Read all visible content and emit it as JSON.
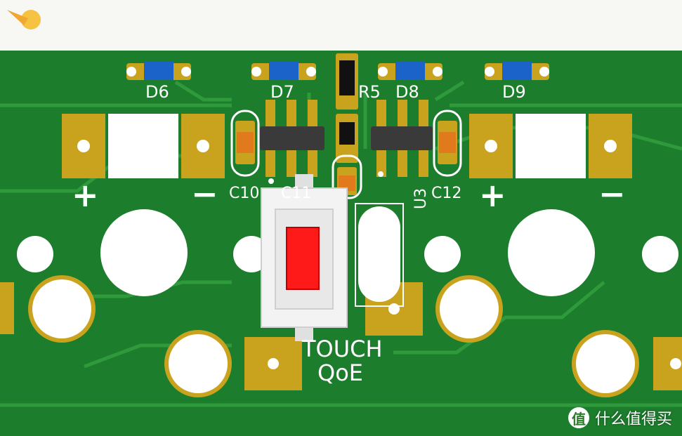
{
  "colors": {
    "board": "#1c7d2c",
    "trace": "#2e9a3c",
    "copper": "#c9a21e",
    "silkscreen": "#ffffff",
    "led": "#1b63c8",
    "cap": "#e07a1c",
    "button": "#ff1a1a",
    "topbar": "#f7f7f4",
    "logo": "#f5c242"
  },
  "silkscreen": {
    "d6": "D6",
    "d7": "D7",
    "d8": "D8",
    "d9": "D9",
    "r5": "R5",
    "c10": "C10",
    "c11": "C11",
    "c12": "C12",
    "u3": "U3",
    "plus_left": "+",
    "minus_left": "−",
    "plus_right": "+",
    "minus_right": "−",
    "touch": "TOUCH",
    "qoe": "QoE"
  },
  "watermark": {
    "badge": "值",
    "text": "什么值得买"
  }
}
